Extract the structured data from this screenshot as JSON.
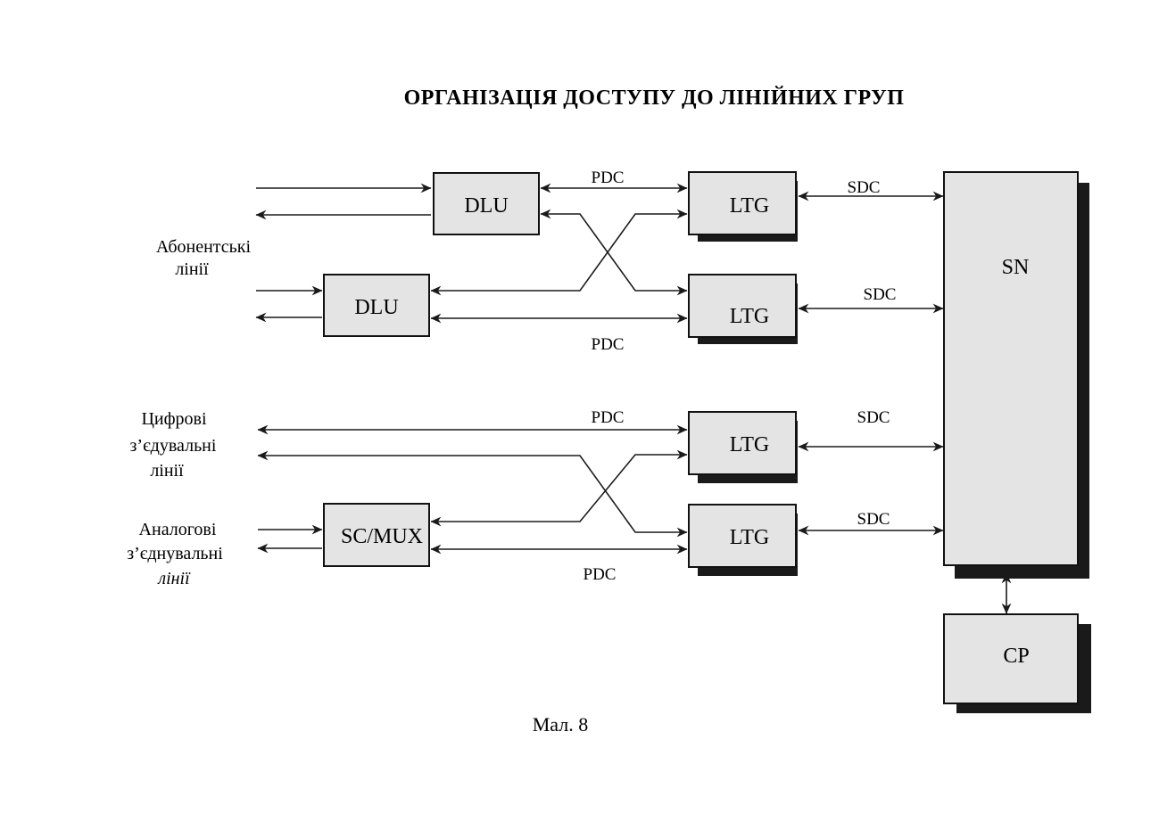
{
  "title": "ОРГАНІЗАЦІЯ ДОСТУПУ ДО ЛІНІЙНИХ  ГРУП",
  "caption": "Мал. 8",
  "blocks": {
    "dlu1": "DLU",
    "dlu2": "DLU",
    "ltg1": "LTG",
    "ltg2": "LTG",
    "ltg3": "LTG",
    "ltg4": "LTG",
    "scmux": "SC/MUX",
    "sn": "SN",
    "cp": "CP"
  },
  "links": {
    "pdc1": "PDC",
    "pdc2": "PDC",
    "pdc3": "PDC",
    "pdc4": "PDC",
    "sdc1": "SDC",
    "sdc2": "SDC",
    "sdc3": "SDC",
    "sdc4": "SDC"
  },
  "line_groups": {
    "subscriber": [
      "Абонентські",
      "лінії"
    ],
    "digital": [
      "Цифрові",
      "з’єдувальні",
      "лінії"
    ],
    "analog": [
      "Аналогові",
      "з’єднувальні",
      "лінії"
    ]
  }
}
